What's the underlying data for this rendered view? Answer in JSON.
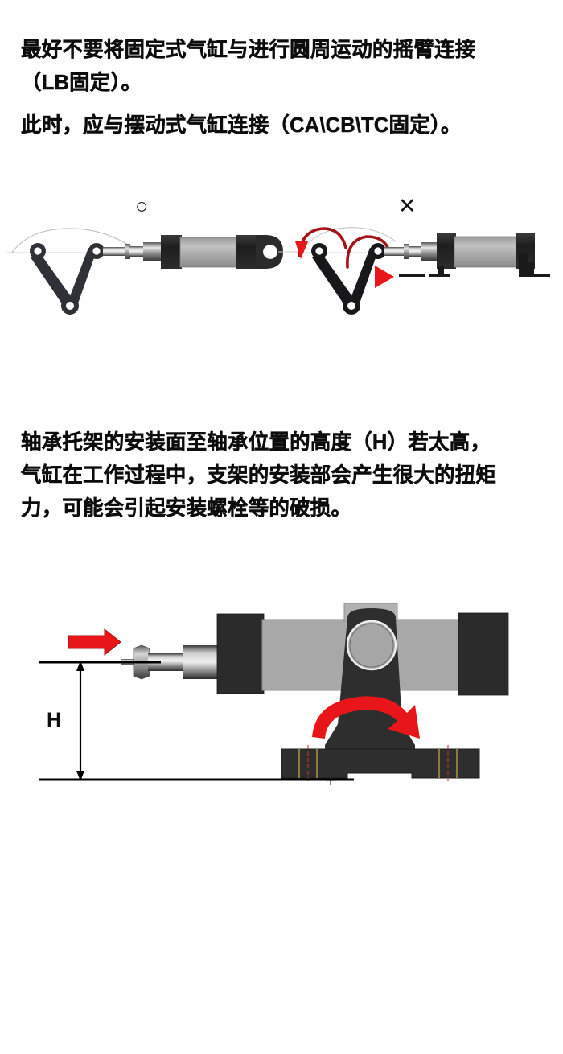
{
  "text_top": {
    "lines": [
      "最好不要将固定式气缸与进行圆周运动的摇臂连接",
      "（LB固定）。",
      "此时，应与摆动式气缸连接（CA\\CB\\TC固定）。"
    ]
  },
  "text_bottom": {
    "lines": [
      "轴承托架的安装面至轴承位置的高度（H）若太高，",
      "气缸在工作过程中，支架的安装部会产生很大的扭矩",
      "力，可能会引起安装螺栓等的破损。"
    ]
  },
  "marks": {
    "ok": "○",
    "ng": "✕"
  },
  "figure_rocker": {
    "caption_ok": "○",
    "caption_ng": "✕",
    "left_label": "swivel-mount-cylinder-with-rocker-arm",
    "right_label": "foot-mount-cylinder-with-rocker-arm"
  },
  "figure_bracket": {
    "dimension_label": "H",
    "torque_arrow_label": "torque",
    "force_arrow_label": "thrust"
  },
  "colors": {
    "text": "#0d0d0d",
    "arrow_red": "#e8161a",
    "arc_red": "#a31317",
    "cylinder_body": "#a8a8a8",
    "cylinder_cap": "#2b2b2b",
    "rocker_dark": "#2f3136",
    "bracket_dark": "#2e2e2e",
    "bore_fill": "#a6a6a6",
    "line_black": "#000000",
    "bolt_slot": "#8c7a3f"
  }
}
